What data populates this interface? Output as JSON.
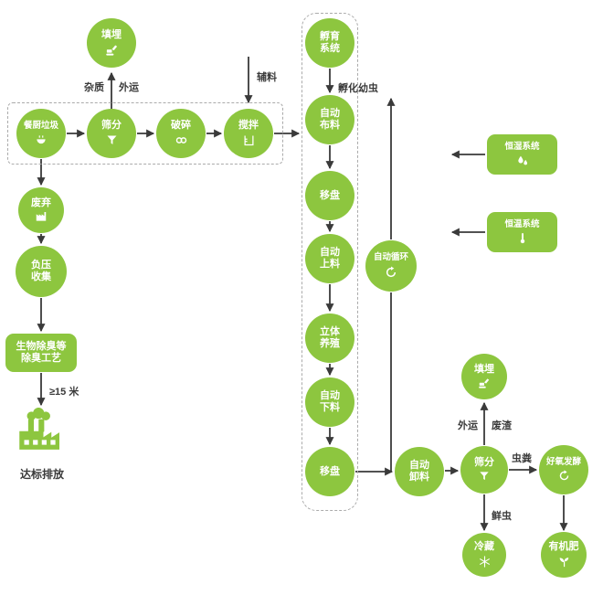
{
  "colors": {
    "green": "#8DC63F",
    "ink": "#3A3A3A"
  },
  "nodes": {
    "landfill_top": {
      "label": "填埋",
      "icon": "excavator-icon"
    },
    "kitchen_waste": {
      "label": "餐厨垃圾",
      "icon": "food-waste-icon"
    },
    "screening_top": {
      "label": "筛分",
      "icon": "funnel-icon"
    },
    "crushing": {
      "label": "破碎",
      "icon": "crusher-icon"
    },
    "mixing": {
      "label": "搅拌",
      "icon": "mixer-icon"
    },
    "discard": {
      "label": "废弃",
      "icon": "factory-icon"
    },
    "negative_pressure": {
      "label": "负压\n收集"
    },
    "deodorization": {
      "label": "生物除臭等\n除臭工艺"
    },
    "standard_discharge": {
      "label": "达标排放",
      "icon": "factory-smoke-icon"
    },
    "incubation_system": {
      "label": "孵育\n系统"
    },
    "auto_spreading": {
      "label": "自动\n布料"
    },
    "tray_move_1": {
      "label": "移盘"
    },
    "auto_loading": {
      "label": "自动\n上料"
    },
    "stereo_breeding": {
      "label": "立体\n养殖"
    },
    "auto_unloading": {
      "label": "自动\n下料"
    },
    "tray_move_2": {
      "label": "移盘"
    },
    "auto_discharging": {
      "label": "自动\n卸料"
    },
    "auto_cycle": {
      "label": "自动循环",
      "icon": "recycle-icon"
    },
    "humidity_system": {
      "label": "恒湿系统",
      "icon": "water-drops-icon"
    },
    "temperature_system": {
      "label": "恒温系统",
      "icon": "thermometer-icon"
    },
    "landfill_bottom": {
      "label": "填埋",
      "icon": "excavator-icon"
    },
    "screening_bottom": {
      "label": "筛分",
      "icon": "funnel-icon"
    },
    "aerobic_fermentation": {
      "label": "好氧发酵",
      "icon": "cycle-icon"
    },
    "cold_storage": {
      "label": "冷藏",
      "icon": "snowflake-icon"
    },
    "organic_fertilizer": {
      "label": "有机肥",
      "icon": "sprout-icon"
    }
  },
  "edge_labels": {
    "impurity": "杂质",
    "outbound_top": "外运",
    "auxiliary": "辅料",
    "hatched_larvae": "孵化幼虫",
    "distance": "≥15 米",
    "outbound_bottom": "外运",
    "waste_residue": "废渣",
    "insect_manure": "虫粪",
    "fresh_insects": "鲜虫"
  }
}
